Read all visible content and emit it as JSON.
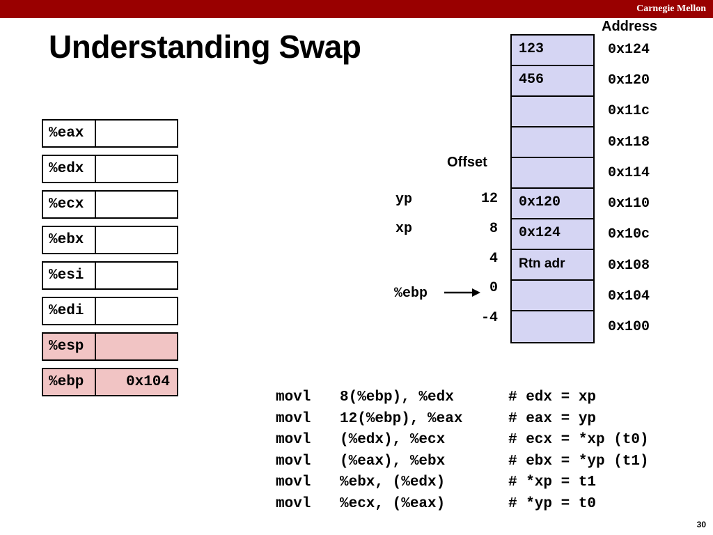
{
  "header": {
    "brand": "Carnegie Mellon"
  },
  "title": "Understanding Swap",
  "registers": [
    {
      "name": "%eax",
      "value": ""
    },
    {
      "name": "%edx",
      "value": ""
    },
    {
      "name": "%ecx",
      "value": ""
    },
    {
      "name": "%ebx",
      "value": ""
    },
    {
      "name": "%esi",
      "value": ""
    },
    {
      "name": "%edi",
      "value": ""
    },
    {
      "name": "%esp",
      "value": ""
    },
    {
      "name": "%ebp",
      "value": "0x104"
    }
  ],
  "memory": {
    "address_header": "Address",
    "offset_header": "Offset",
    "cells": [
      {
        "value": "123",
        "address": "0x124",
        "offset": "",
        "label": ""
      },
      {
        "value": "456",
        "address": "0x120",
        "offset": "",
        "label": ""
      },
      {
        "value": "",
        "address": "0x11c",
        "offset": "",
        "label": ""
      },
      {
        "value": "",
        "address": "0x118",
        "offset": "",
        "label": ""
      },
      {
        "value": "",
        "address": "0x114",
        "offset": "",
        "label": ""
      },
      {
        "value": "0x120",
        "address": "0x110",
        "offset": "12",
        "label": "yp"
      },
      {
        "value": "0x124",
        "address": "0x10c",
        "offset": "8",
        "label": "xp"
      },
      {
        "value": "Rtn adr",
        "address": "0x108",
        "offset": "4",
        "label": ""
      },
      {
        "value": "",
        "address": "0x104",
        "offset": "0",
        "label": ""
      },
      {
        "value": "",
        "address": "0x100",
        "offset": "-4",
        "label": ""
      }
    ],
    "pointer_label": "%ebp"
  },
  "code": [
    {
      "op": "movl",
      "args": "8(%ebp), %edx",
      "comment": "# edx = xp"
    },
    {
      "op": "movl",
      "args": "12(%ebp), %eax",
      "comment": "# eax = yp"
    },
    {
      "op": "movl",
      "args": "(%edx), %ecx",
      "comment": "# ecx = *xp (t0)"
    },
    {
      "op": "movl",
      "args": "(%eax), %ebx",
      "comment": "# ebx = *yp (t1)"
    },
    {
      "op": "movl",
      "args": "%ebx, (%edx)",
      "comment": "# *xp = t1"
    },
    {
      "op": "movl",
      "args": "%ecx, (%eax)",
      "comment": "# *yp = t0"
    }
  ],
  "page_number": "30",
  "colors": {
    "header_bar": "#990000",
    "memory_cell": "#d5d5f3",
    "highlight_register": "#f1c4c4"
  }
}
